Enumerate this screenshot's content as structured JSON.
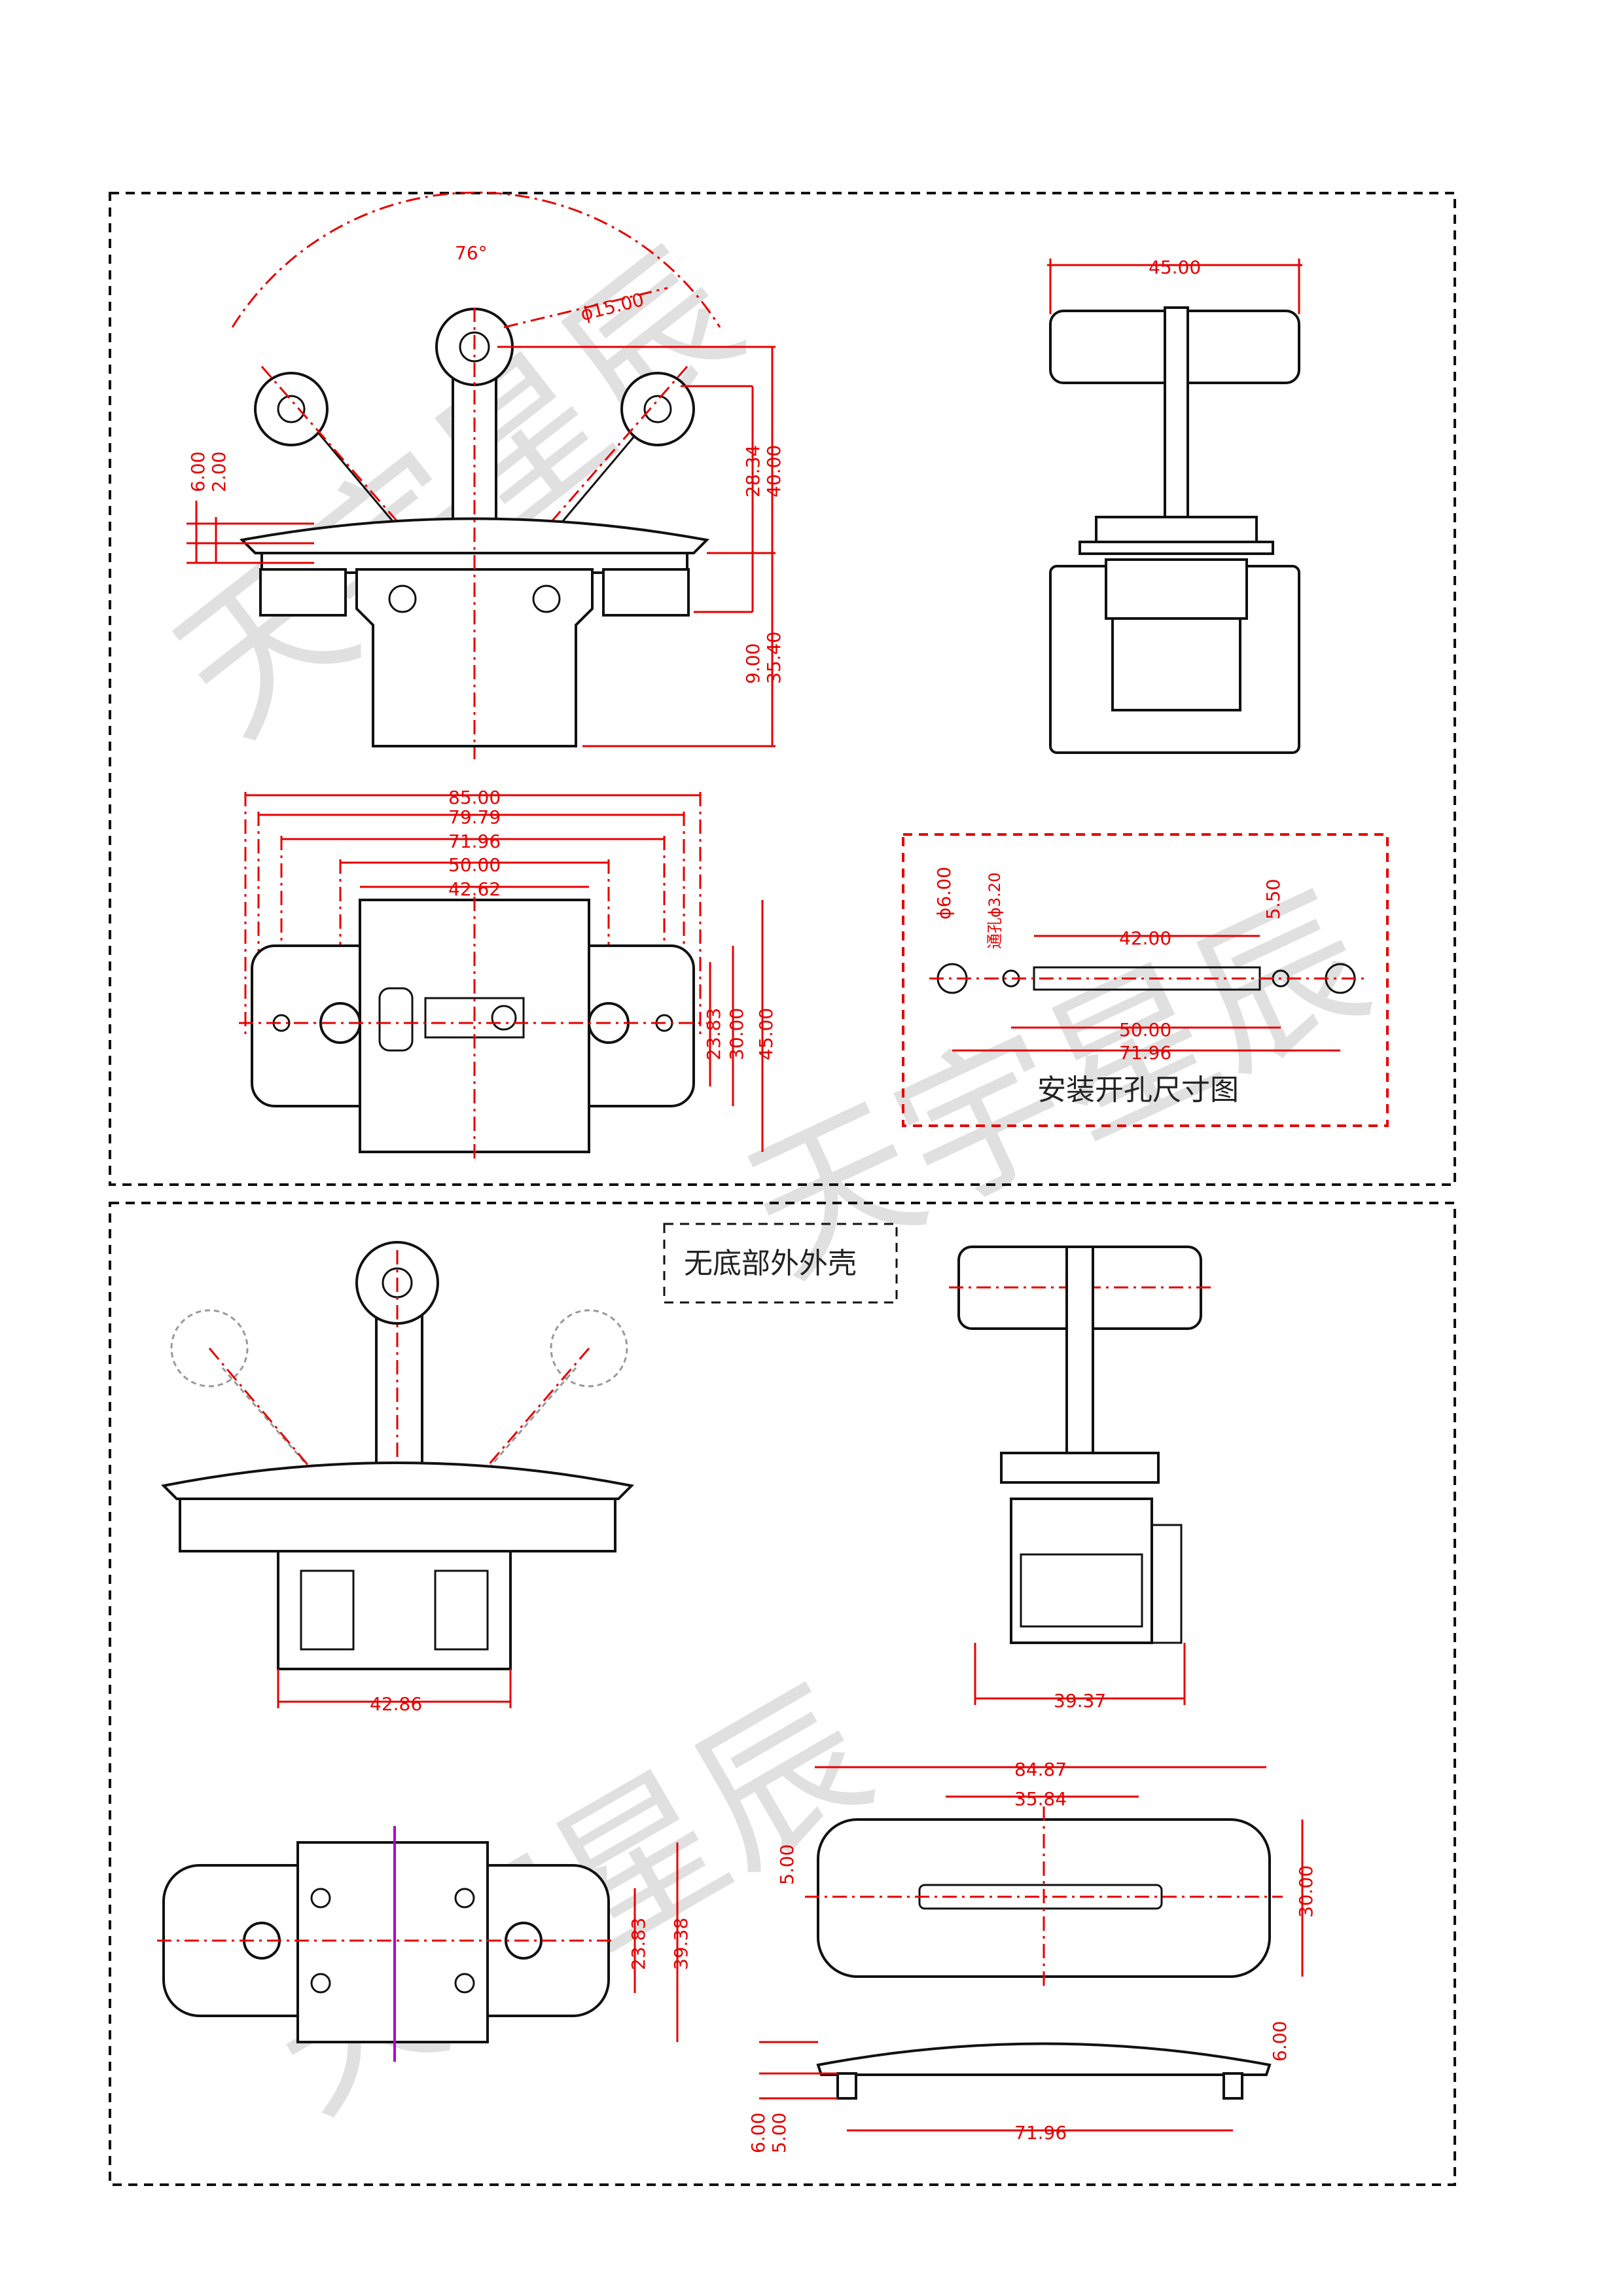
{
  "top_view": {
    "angle": "76°",
    "knob_diameter": "ϕ15.00",
    "dims_left": [
      "6.00",
      "2.00"
    ],
    "dims_right_upper": [
      "28.34",
      "40.00"
    ],
    "dims_right_lower": [
      "9.00",
      "35.40"
    ],
    "side_width": "45.00"
  },
  "bottom_view_top": {
    "widths": [
      "85.00",
      "79.79",
      "71.96",
      "50.00",
      "42.62"
    ],
    "heights": [
      "23.83",
      "30.00",
      "45.00"
    ]
  },
  "mount_hole": {
    "caption": "安装开孔尺寸图",
    "hole_dia": "ϕ6.00",
    "thru_hole": "通孔ϕ3.20",
    "slot_len": "42.00",
    "slot_h": "5.50",
    "span_mid": "50.00",
    "span_outer": "71.96"
  },
  "lower_section": {
    "label": "无底部外外壳",
    "front_width": "42.86",
    "side_width": "39.37",
    "bottom_dims": [
      "23.83",
      "39.38"
    ],
    "plate_dims": [
      "84.87",
      "35.84",
      "30.00",
      "5.00"
    ],
    "profile_dims": [
      "71.96",
      "6.00",
      "6.00",
      "5.00"
    ]
  },
  "watermark": "天宇星辰"
}
